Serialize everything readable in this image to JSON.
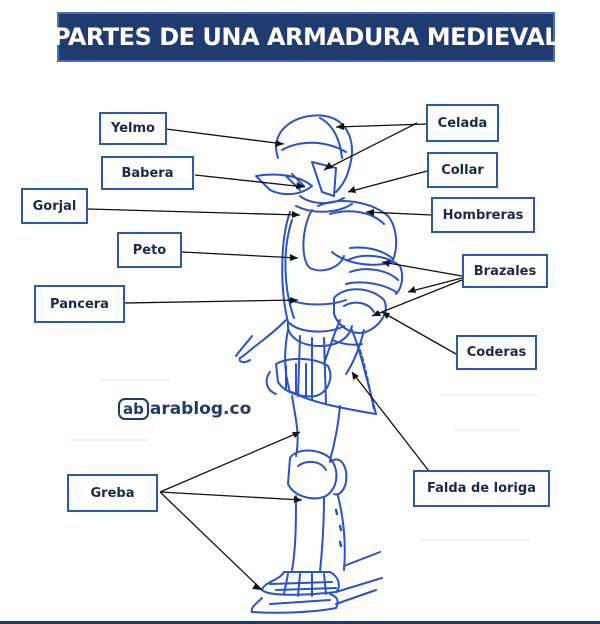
{
  "title": "PARTES DE UNA ARMADURA MEDIEVAL",
  "labels": {
    "yelmo": "Yelmo",
    "babera": "Babera",
    "gorjal": "Gorjal",
    "peto": "Peto",
    "pancera": "Pancera",
    "greba": "Greba",
    "celada": "Celada",
    "collar": "Collar",
    "hombreras": "Hombreras",
    "brazales": "Brazales",
    "coderas": "Coderas",
    "falda": "Falda de loriga"
  },
  "logo": {
    "mark": "ab",
    "text": "arablog.co"
  },
  "colors": {
    "title_bg": "#1f3b70",
    "label_border": "#2d5aa6",
    "drawing": "#2a52c9"
  }
}
